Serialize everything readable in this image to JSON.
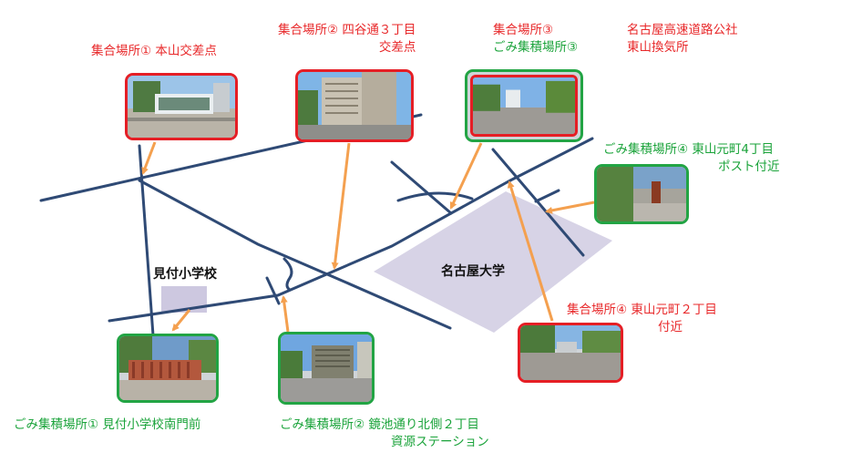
{
  "assembly_points": [
    {
      "id": 1,
      "lines": [
        "集合場所①  本山交差点"
      ]
    },
    {
      "id": 2,
      "lines": [
        "集合場所②  四谷通３丁目",
        "交差点"
      ]
    },
    {
      "id": 3,
      "lines": [
        "集合場所③",
        "ごみ集積場所③"
      ]
    },
    {
      "id": 4,
      "lines": [
        "集合場所④  東山元町２丁目",
        "付近"
      ]
    }
  ],
  "highway_note": [
    "名古屋高速道路公社",
    "東山換気所"
  ],
  "collection_points": [
    {
      "id": 1,
      "lines": [
        "ごみ集積場所①  見付小学校南門前"
      ]
    },
    {
      "id": 2,
      "lines": [
        "ごみ集積場所②  鏡池通り北側２丁目",
        "資源ステーション"
      ]
    },
    {
      "id": 4,
      "lines": [
        "ごみ集積場所④  東山元町4丁目",
        "ポスト付近"
      ]
    }
  ],
  "landmarks": {
    "school": "見付小学校",
    "university": "名古屋大学"
  },
  "colors": {
    "road": "#2f4a75",
    "arrow": "#f4a04f",
    "assembly": "#e8282a",
    "collection": "#1aa33a",
    "campus_fill": "#d7d3e6",
    "school_fill": "#cdc8e0"
  },
  "photos": [
    {
      "name": "photo-honyama-intersection",
      "frame": "red"
    },
    {
      "name": "photo-yotsuya-3chome",
      "frame": "red"
    },
    {
      "name": "photo-expressway-ventilation",
      "frame": "red-green"
    },
    {
      "name": "photo-higashiyama-motomachi-4",
      "frame": "green"
    },
    {
      "name": "photo-mitsuke-school-gate",
      "frame": "green"
    },
    {
      "name": "photo-kagamiike-resource-station",
      "frame": "green"
    },
    {
      "name": "photo-higashiyama-motomachi-2",
      "frame": "red"
    }
  ]
}
